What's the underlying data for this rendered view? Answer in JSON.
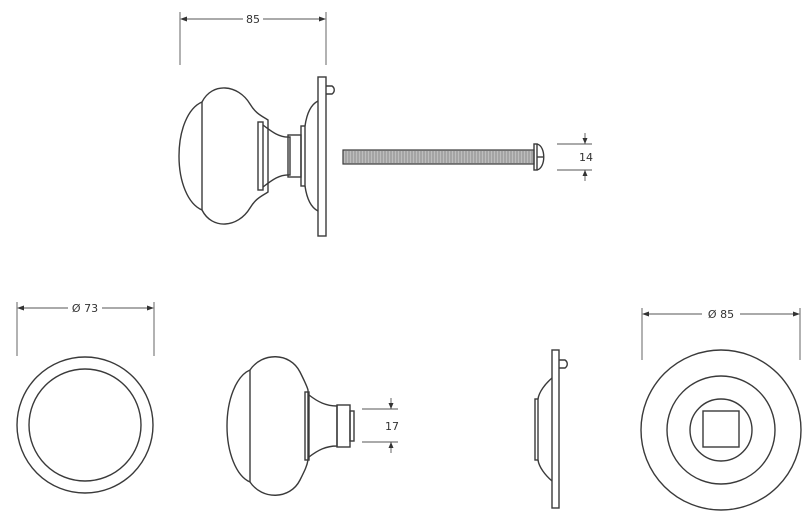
{
  "diagram": {
    "title": "Mortice door knob set technical drawing",
    "units": "mm",
    "line_color": "#3a3a3a",
    "background": "#ffffff",
    "views": [
      {
        "id": "assembly-side-view",
        "description": "Knob with rose, side elevation"
      },
      {
        "id": "spindle-bolt",
        "description": "Threaded bolt with dome head"
      },
      {
        "id": "knob-front-view",
        "description": "Knob face, concentric circles"
      },
      {
        "id": "knob-side-view",
        "description": "Knob only, side elevation"
      },
      {
        "id": "rose-side-view",
        "description": "Rose plate, side elevation"
      },
      {
        "id": "rose-front-view",
        "description": "Rose front with square spindle hole"
      }
    ],
    "dimensions": {
      "overall_projection": "85",
      "bolt_head_height": "14",
      "knob_diameter": "Ø 73",
      "neck_diameter": "17",
      "rose_diameter": "Ø 85"
    }
  }
}
